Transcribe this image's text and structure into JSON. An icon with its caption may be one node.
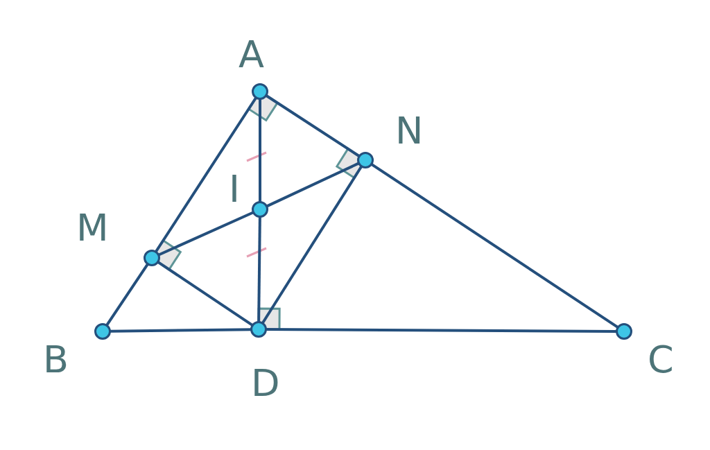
{
  "diagram": {
    "nodes": [
      {
        "text": [
          "A"
        ]
      },
      {
        "text": [
          "N"
        ]
      },
      {
        "text": [
          "I"
        ]
      },
      {
        "text": [
          "M"
        ]
      },
      {
        "text": [
          "B"
        ]
      },
      {
        "text": [
          "D"
        ]
      },
      {
        "text": [
          "C"
        ]
      }
    ],
    "edges": [
      {
        "from": 0,
        "to": 3,
        "arrow": "none"
      },
      {
        "from": 3,
        "to": 4,
        "arrow": "none"
      },
      {
        "from": 0,
        "to": 1,
        "arrow": "none"
      },
      {
        "from": 1,
        "to": 6,
        "arrow": "none"
      },
      {
        "from": 4,
        "to": 5,
        "arrow": "none"
      },
      {
        "from": 5,
        "to": 6,
        "arrow": "none"
      },
      {
        "from": 0,
        "to": 2,
        "arrow": "none"
      },
      {
        "from": 2,
        "to": 5,
        "arrow": "none"
      },
      {
        "from": 3,
        "to": 2,
        "arrow": "none"
      },
      {
        "from": 2,
        "to": 1,
        "arrow": "none"
      },
      {
        "from": 3,
        "to": 5,
        "arrow": "none"
      },
      {
        "from": 1,
        "to": 5,
        "arrow": "none"
      }
    ]
  }
}
